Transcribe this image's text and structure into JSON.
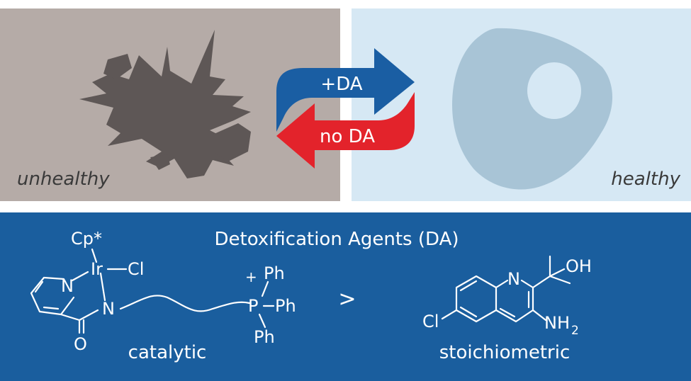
{
  "panels": {
    "left_label": "unhealthy",
    "right_label": "healthy"
  },
  "arrows": {
    "forward_label": "+DA",
    "reverse_label": "no DA"
  },
  "bottom": {
    "title": "Detoxification Agents (DA)",
    "comparator": ">",
    "catalytic": {
      "caption": "catalytic",
      "atoms": {
        "cp": "Cp*",
        "ir": "Ir",
        "cl": "Cl",
        "n1": "N",
        "n2": "N",
        "o": "O",
        "p": "P",
        "plus": "+",
        "ph1": "Ph",
        "ph2": "Ph",
        "ph3": "Ph"
      }
    },
    "stoichiometric": {
      "caption": "stoichiometric",
      "atoms": {
        "n": "N",
        "oh": "OH",
        "cl": "Cl",
        "nh": "NH",
        "sub2": "2"
      }
    }
  },
  "colors": {
    "unhealthy_bg": "#b5aba7",
    "unhealthy_cell": "#5e5756",
    "healthy_bg": "#d6e8f4",
    "healthy_cell": "#a8c4d6",
    "healthy_nucleus": "#d6e8f4",
    "blue_arrow": "#1a5ea3",
    "red_arrow": "#e3232b",
    "bottom_bg": "#1a5e9e",
    "label_text": "#3a3a3a"
  }
}
